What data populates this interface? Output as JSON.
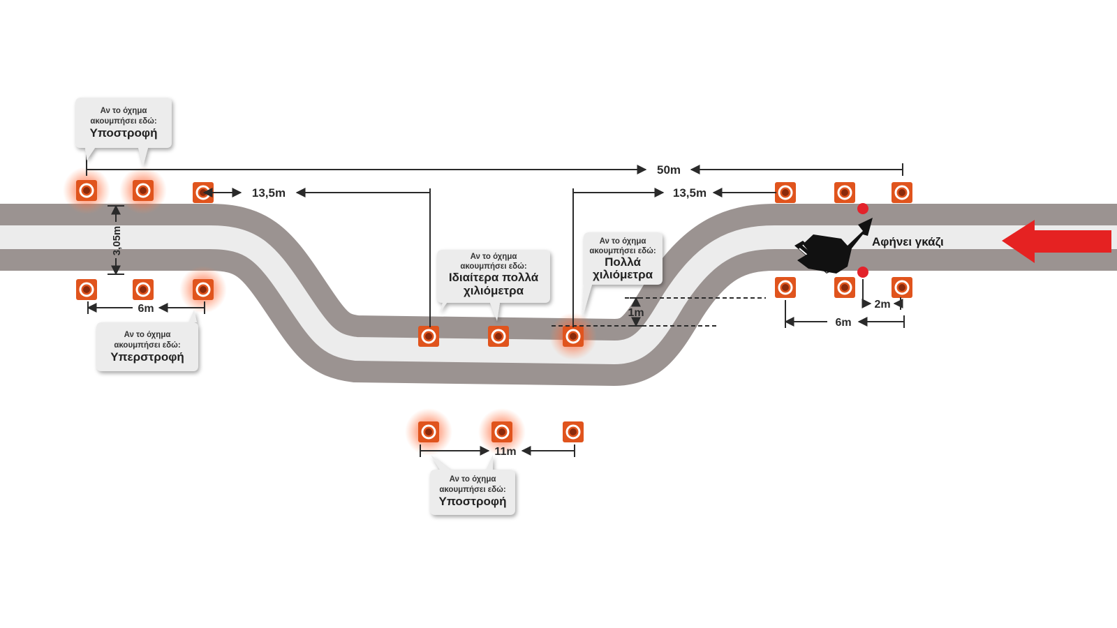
{
  "title": "",
  "measurements": {
    "total_length": "50m",
    "entry_offset_left": "13,5m",
    "entry_offset_right": "13,5m",
    "lane_width": "3,05m",
    "left_gate_spacing": "6m",
    "bottom_gate_spacing": "11m",
    "lateral_shift": "1m",
    "right_gate_spacing": "6m",
    "brake_point": "2m"
  },
  "callouts": {
    "top_left": {
      "line1": "Αν το όχημα",
      "line2": "ακουμπήσει εδώ:",
      "result": "Υποστροφή"
    },
    "left_bottom": {
      "line1": "Αν το όχημα",
      "line2": "ακουμπήσει εδώ:",
      "result": "Υπερστροφή"
    },
    "middle": {
      "line1": "Αν το όχημα",
      "line2": "ακουμπήσει εδώ:",
      "result_line1": "Ιδιαίτερα πολλά",
      "result_line2": "χιλιόμετρα"
    },
    "middle_right": {
      "line1": "Αν το όχημα",
      "line2": "ακουμπήσει εδώ:",
      "result_line1": "Πολλά",
      "result_line2": "χιλιόμετρα"
    },
    "bottom": {
      "line1": "Αν το όχημα",
      "line2": "ακουμπήσει εδώ:",
      "result": "Υποστροφή"
    }
  },
  "action_label": "Αφήνει γκάζι",
  "icons": {
    "cone": "traffic-cone-icon",
    "car": "car-icon",
    "direction_arrow": "direction-arrow-icon"
  },
  "colors": {
    "road_edge": "#9b9391",
    "lane": "#ececec",
    "cone": "#e0541d",
    "glow": "#ff6a3a",
    "arrow": "#e52222",
    "marker": "#e3222a"
  }
}
